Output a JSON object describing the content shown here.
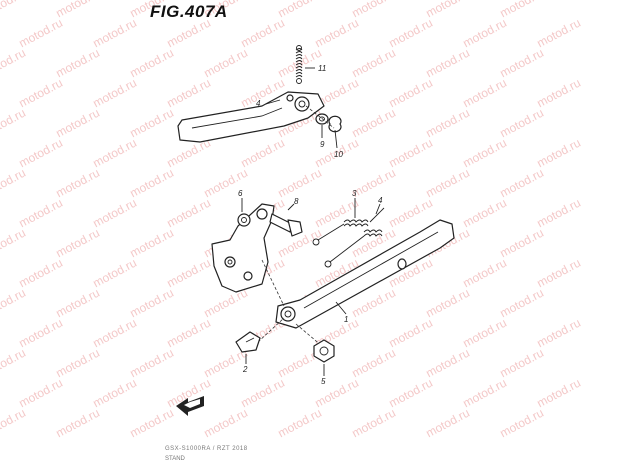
{
  "figure": {
    "title": "FIG.407A",
    "watermark": "motod.ru",
    "footer_code": "GSX-S1000RA / RZT 2018",
    "footer_name": "STAND"
  },
  "callouts": [
    "11",
    "4",
    "9",
    "10",
    "8",
    "6",
    "3",
    "4",
    "1",
    "2",
    "5"
  ],
  "colors": {
    "line": "#222222",
    "watermark": "#f4c9c9"
  }
}
